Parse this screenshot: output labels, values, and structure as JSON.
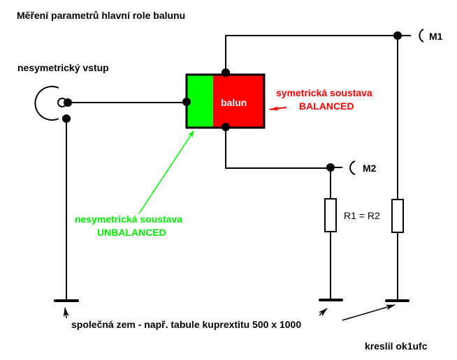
{
  "title": "Měření parametrů hlavní role balunu",
  "input_label": "nesymetrický vstup",
  "balun": {
    "label": "balun",
    "unbalanced_color": "#00ff00",
    "balanced_color": "#ff0000"
  },
  "balanced_note": {
    "line1": "symetrická soustava",
    "line2": "BALANCED",
    "color": "#ff0000"
  },
  "unbalanced_note": {
    "line1": "nesymetrická soustava",
    "line2": "UNBALANCED",
    "color": "#00ee00"
  },
  "measure_points": [
    {
      "label": "M1"
    },
    {
      "label": "M2"
    }
  ],
  "resistor_note": "R1 = R2",
  "ground_note": "společná zem - např. tabule kuprextitu 500 x 1000",
  "author": "kreslil ok1ufc"
}
